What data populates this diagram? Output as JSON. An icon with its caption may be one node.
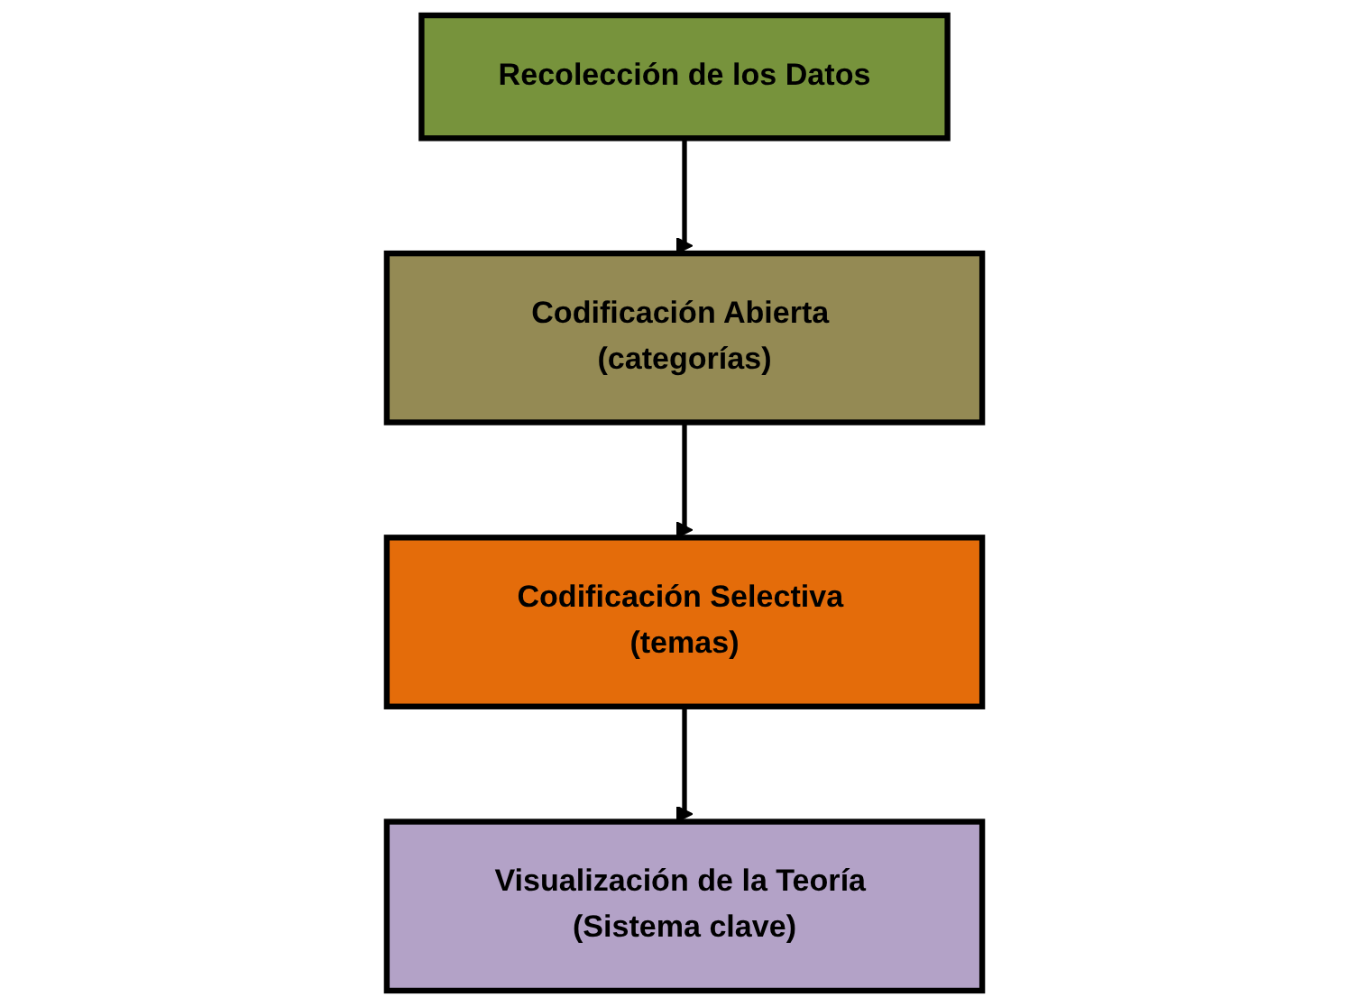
{
  "diagram": {
    "nodes": [
      {
        "text": [
          "Recolección de los Datos"
        ]
      },
      {
        "text": [
          "Codificación Abierta (categorías)"
        ]
      },
      {
        "text": [
          "Codificación Selectiva (temas)"
        ]
      },
      {
        "text": [
          "Visualización de la Teoría (Sistema clave)"
        ]
      }
    ],
    "edges": [
      {
        "from": 0,
        "to": 1,
        "arrow": "to"
      },
      {
        "from": 1,
        "to": 2,
        "arrow": "to"
      },
      {
        "from": 2,
        "to": 3,
        "arrow": "to"
      }
    ]
  }
}
